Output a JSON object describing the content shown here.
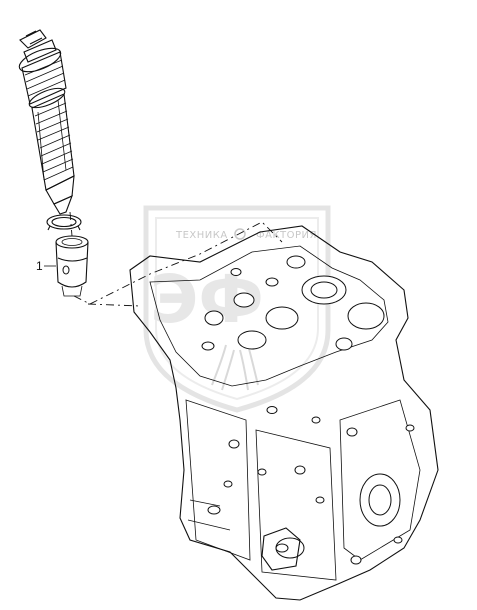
{
  "callout": {
    "part_number": "1"
  },
  "watermark": {
    "left_text": "ТЕХНИКА",
    "right_text": "ФАКТОРИЯ",
    "emblem": "ЭФ",
    "color": "#c8c8c8"
  },
  "colors": {
    "line": "#111111",
    "background": "#ffffff"
  },
  "icons": [
    "injector-nozzle",
    "retaining-ring",
    "nozzle-sleeve",
    "engine-cylinder-head"
  ]
}
